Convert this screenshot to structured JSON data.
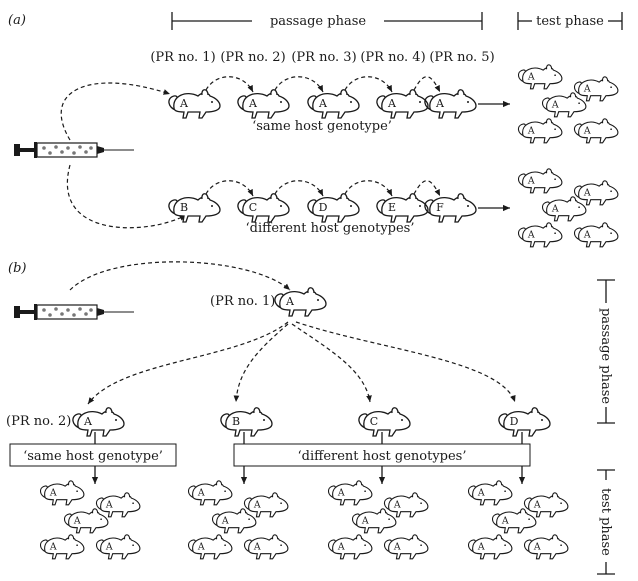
{
  "panels": {
    "a": {
      "label": "(a)",
      "passage_phase": "passage phase",
      "test_phase": "test phase",
      "pr_labels": [
        "(PR no. 1)",
        "(PR no. 2)",
        "(PR no. 3)",
        "(PR no. 4)",
        "(PR no. 5)"
      ],
      "same_row_hosts": [
        "A",
        "A",
        "A",
        "A",
        "A"
      ],
      "same_caption": "‘same host genotype’",
      "diff_row_hosts": [
        "B",
        "C",
        "D",
        "E",
        "F"
      ],
      "diff_caption": "‘different host genotypes’",
      "test_same_hosts": [
        "A",
        "A",
        "A",
        "A",
        "A"
      ],
      "test_diff_hosts": [
        "A",
        "A",
        "A",
        "A",
        "A"
      ]
    },
    "b": {
      "label": "(b)",
      "first_pr": "(PR no. 1)",
      "first_host": "A",
      "second_pr": "(PR no. 2)",
      "second_hosts": [
        "A",
        "B",
        "C",
        "D"
      ],
      "same_caption": "‘same host genotype’",
      "diff_caption": "‘different host genotypes’",
      "passage_phase": "passage phase",
      "test_phase": "test phase",
      "test_groups": [
        [
          "A",
          "A",
          "A",
          "A",
          "A"
        ],
        [
          "A",
          "A",
          "A",
          "A",
          "A"
        ],
        [
          "A",
          "A",
          "A",
          "A",
          "A"
        ],
        [
          "A",
          "A",
          "A",
          "A",
          "A"
        ]
      ]
    }
  },
  "icons": [
    "syringe-icon",
    "mouse-icon"
  ],
  "colors": {
    "ink": "#1a1a1a",
    "syringe_barrel_dots": "#777777"
  }
}
